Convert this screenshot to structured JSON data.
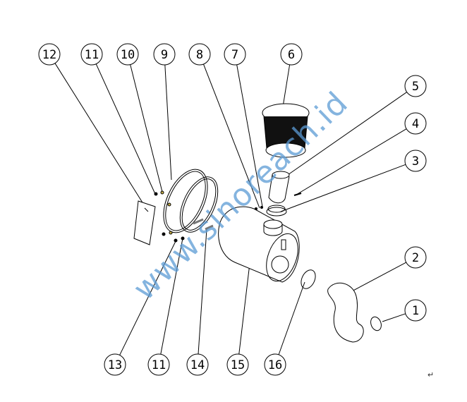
{
  "balloons": [
    "12",
    "11",
    "10",
    "9",
    "8",
    "7",
    "6",
    "5",
    "4",
    "3",
    "2",
    "1",
    "13",
    "11",
    "14",
    "15",
    "16"
  ],
  "watermark": "www.sinoreach.id",
  "return_mark": "↵"
}
